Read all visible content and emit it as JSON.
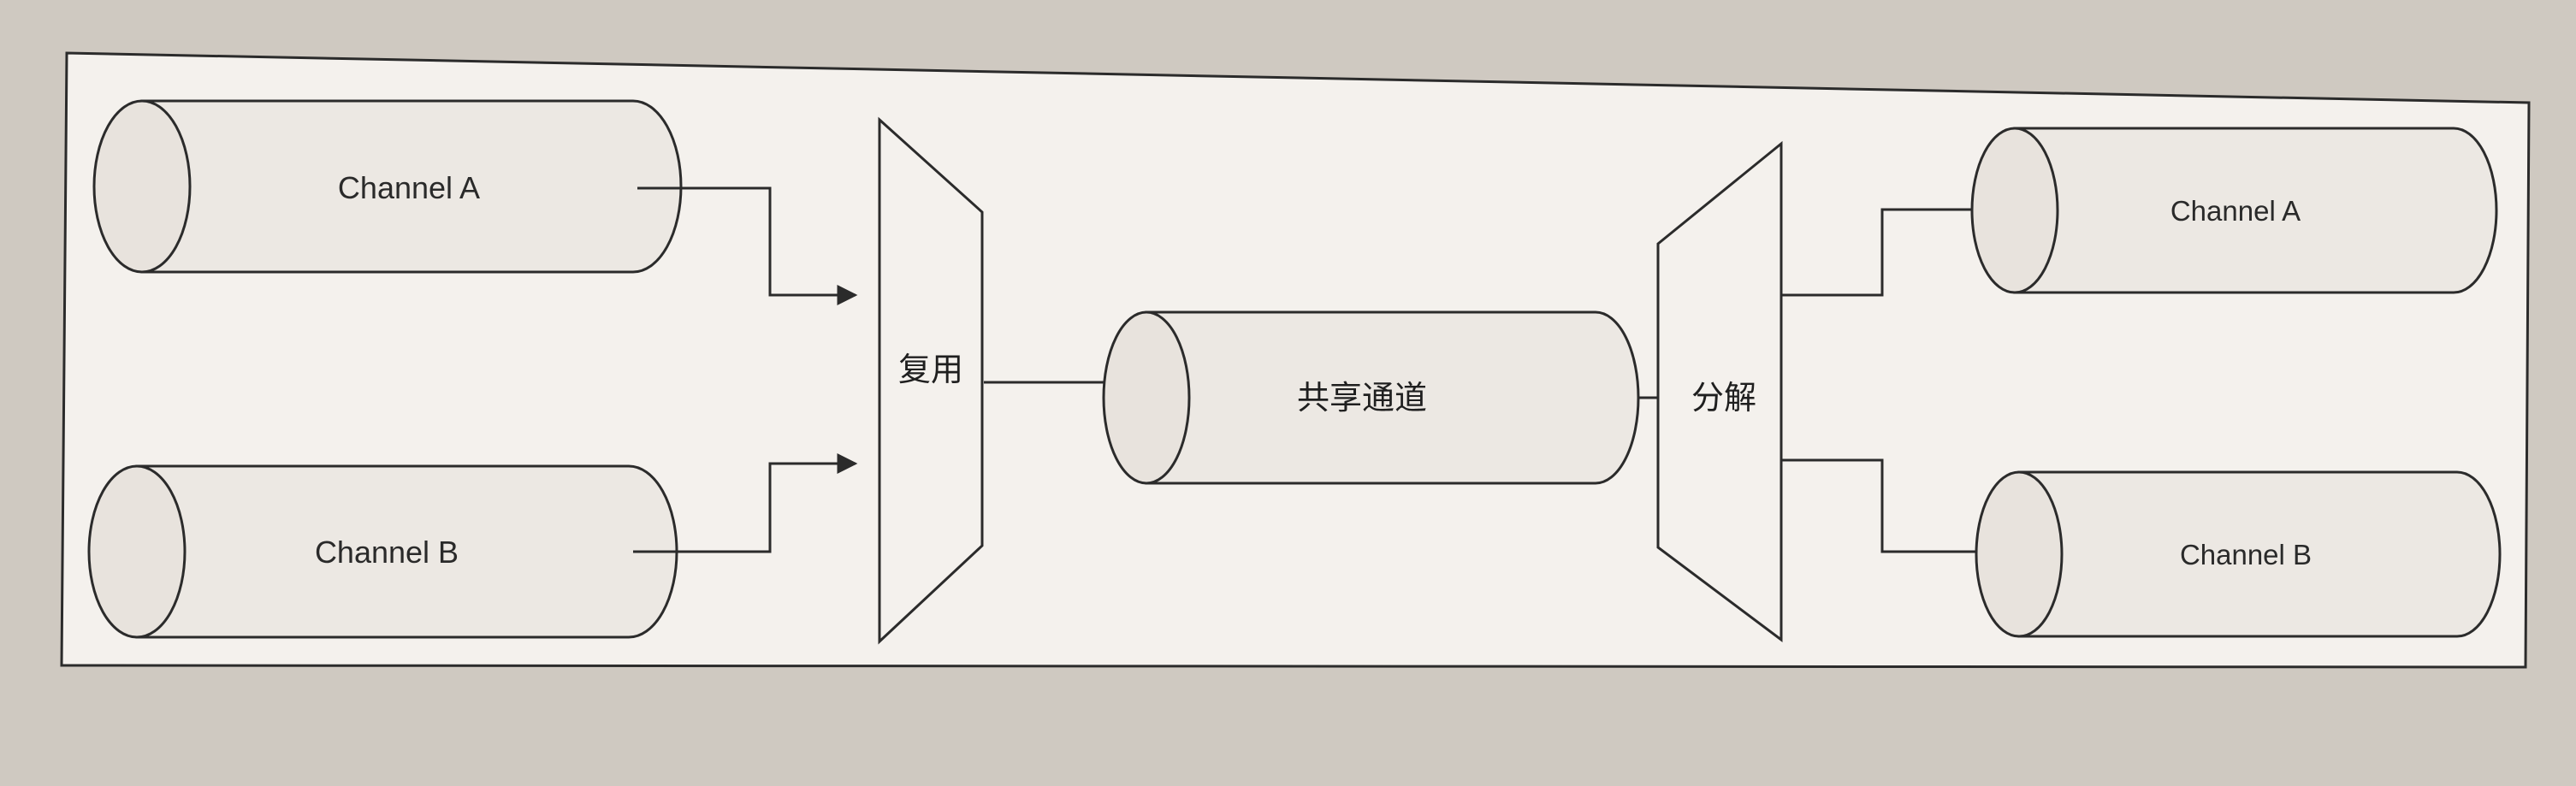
{
  "diagram": {
    "inputs": {
      "channel_a": "Channel A",
      "channel_b": "Channel B"
    },
    "mux_label": "复用",
    "shared_channel_label": "共享通道",
    "demux_label": "分解",
    "outputs": {
      "channel_a": "Channel A",
      "channel_b": "Channel B"
    }
  },
  "colors": {
    "page_background": "#cfc9c1",
    "paper": "#f4f1ed",
    "pipe_fill": "#ece8e3",
    "stroke": "#2b2b2b"
  }
}
